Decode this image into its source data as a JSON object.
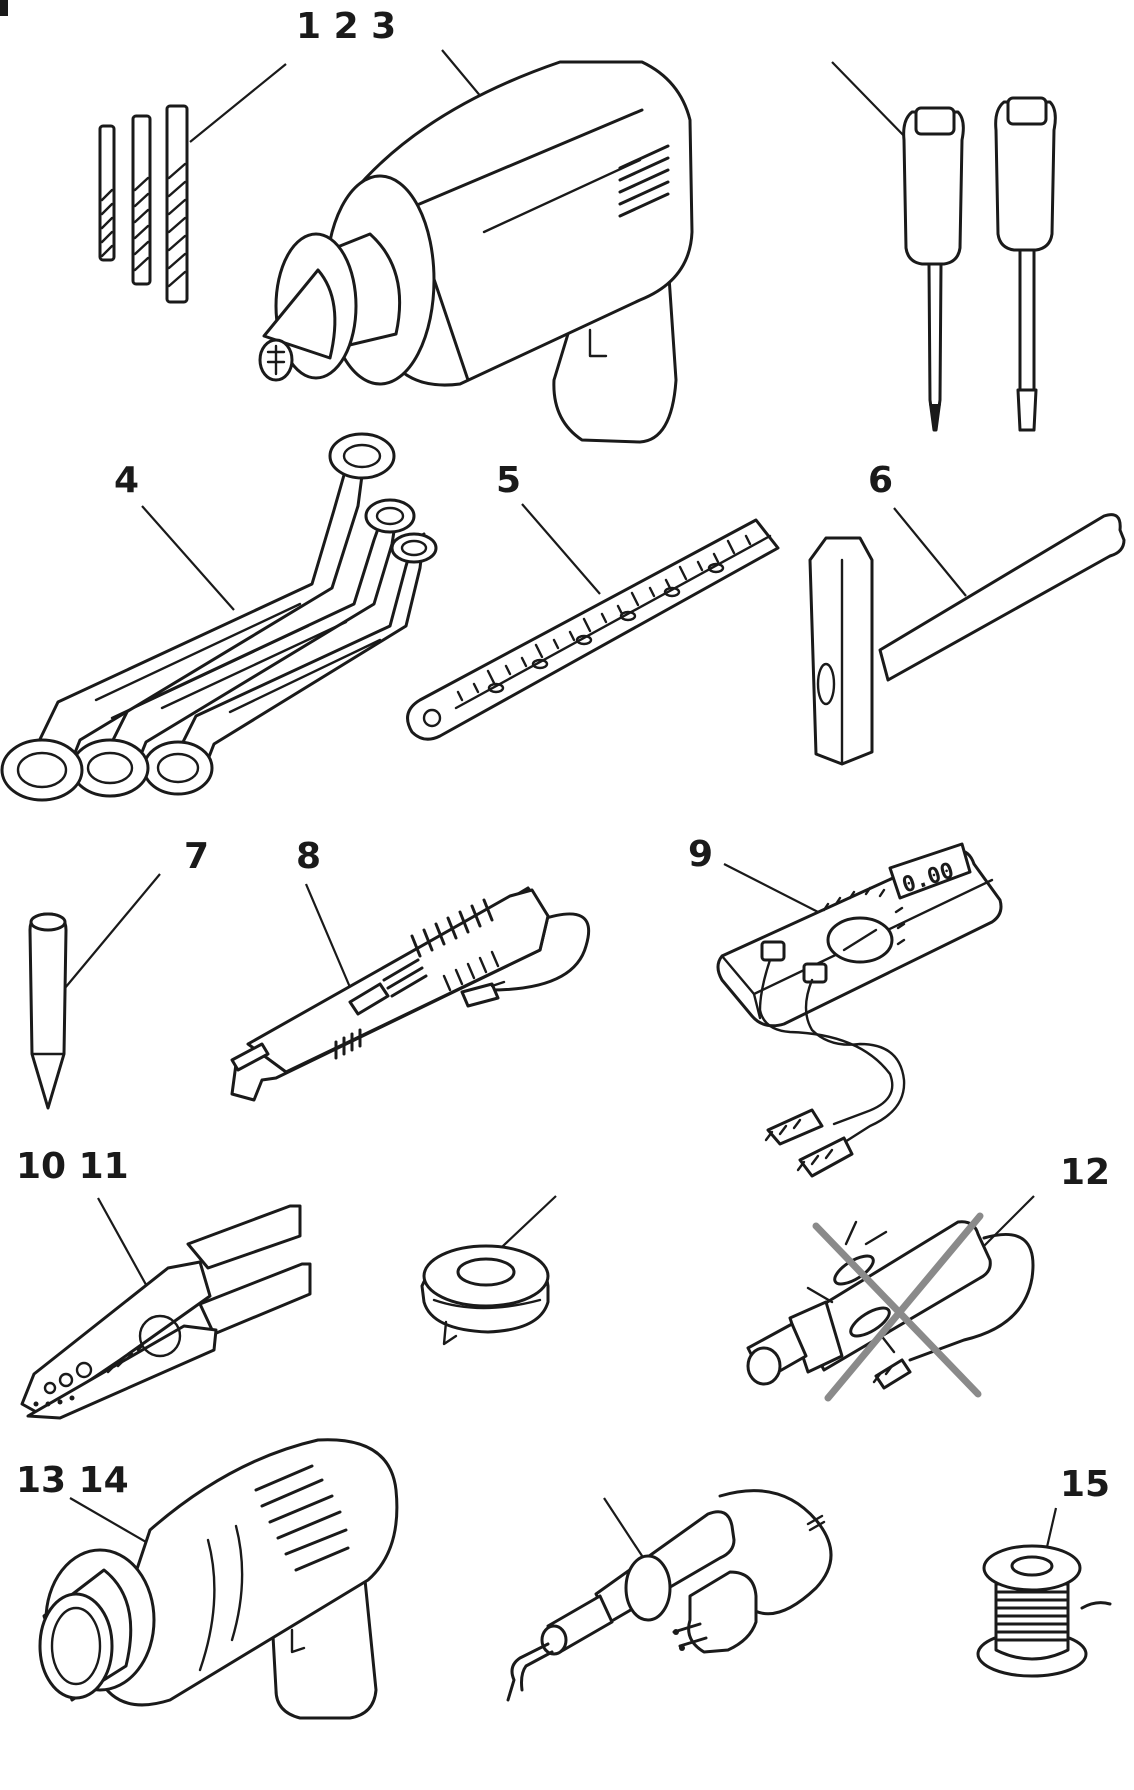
{
  "labels": {
    "drill_bits_drill": "1 2 3",
    "wrenches": "4",
    "ruler": "5",
    "hammer": "6",
    "punch": "7",
    "stripper": "8",
    "multimeter": "9",
    "pliers_tape": "10 11",
    "voltage_tester": "12",
    "heat_gun_iron": "13 14",
    "solder": "15"
  },
  "multimeter_display": "0.00",
  "colors": {
    "line": "#1a1a1a",
    "cross_out": "#8a8a8a",
    "background": "#ffffff"
  },
  "icons": [
    "drill-bits-icon",
    "drill-icon",
    "screwdriver-icon",
    "ring-wrench-icon",
    "ruler-icon",
    "hammer-icon",
    "center-punch-icon",
    "wire-stripper-icon",
    "multimeter-icon",
    "pliers-icon",
    "insulating-tape-icon",
    "voltage-tester-icon",
    "heat-gun-icon",
    "soldering-iron-icon",
    "solder-wire-icon"
  ]
}
